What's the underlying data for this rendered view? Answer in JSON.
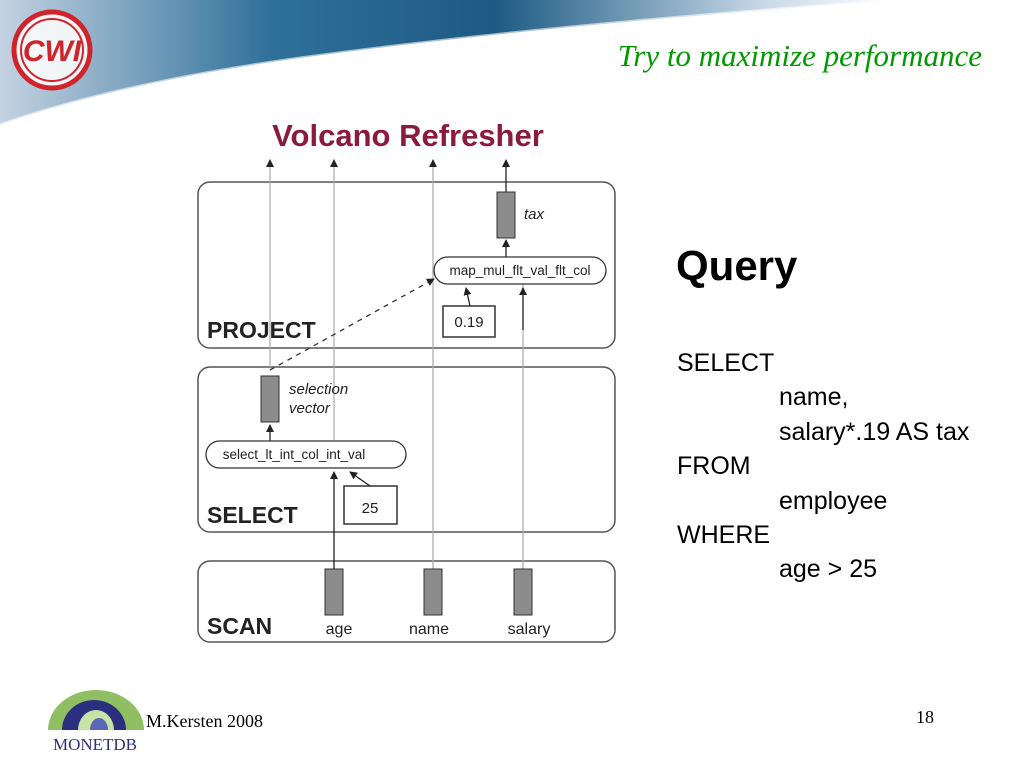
{
  "slide": {
    "subtitle": "Try to maximize performance",
    "author": "M.Kersten 2008",
    "page_number": "18"
  },
  "logos": {
    "top": {
      "text": "CWI"
    },
    "bottom": {
      "text": "MONETDB"
    }
  },
  "diagram": {
    "title": "Volcano Refresher",
    "layers": {
      "project": "PROJECT",
      "select": "SELECT",
      "scan": "SCAN"
    },
    "project": {
      "operator": "map_mul_flt_val_flt_col",
      "constant": "0.19",
      "output_label": "tax"
    },
    "select": {
      "operator": "select_lt_int_col_int_val",
      "constant": "25",
      "output_label_line1": "selection",
      "output_label_line2": "vector"
    },
    "scan": {
      "columns": [
        "age",
        "name",
        "salary"
      ]
    }
  },
  "query": {
    "heading": "Query",
    "lines": [
      {
        "text": "SELECT",
        "indent": false
      },
      {
        "text": "name,",
        "indent": true
      },
      {
        "text": "salary*.19 AS tax",
        "indent": true
      },
      {
        "text": "FROM",
        "indent": false
      },
      {
        "text": "employee",
        "indent": true
      },
      {
        "text": "WHERE",
        "indent": false
      },
      {
        "text": "age > 25",
        "indent": true
      }
    ]
  },
  "colors": {
    "title": "#8b1a3d",
    "subtitle": "#009900",
    "header_dark": "#1a5a8a",
    "header_light": "#dfe8f1",
    "column_fill": "#8c8c8c"
  }
}
